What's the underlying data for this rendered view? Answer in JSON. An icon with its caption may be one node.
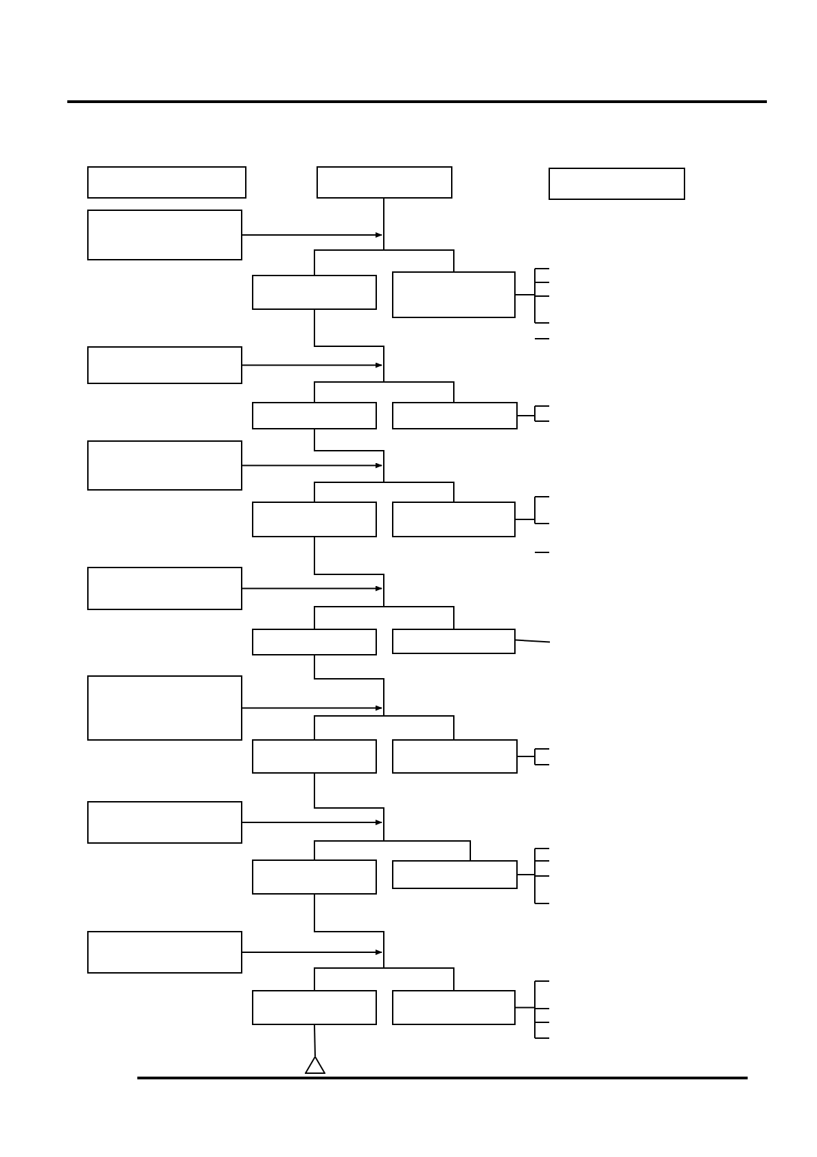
{
  "diagram": {
    "nodes": [
      {
        "text": [],
        "shape": "box"
      },
      {
        "text": [],
        "shape": "box"
      },
      {
        "text": [],
        "shape": "box"
      },
      {
        "text": [],
        "shape": "box"
      },
      {
        "text": [],
        "shape": "box"
      },
      {
        "text": [],
        "shape": "box"
      },
      {
        "text": [],
        "shape": "box"
      },
      {
        "text": [],
        "shape": "box"
      },
      {
        "text": [],
        "shape": "box"
      },
      {
        "text": [],
        "shape": "box"
      },
      {
        "text": [],
        "shape": "box"
      },
      {
        "text": [],
        "shape": "box"
      },
      {
        "text": [],
        "shape": "box"
      },
      {
        "text": [],
        "shape": "box"
      },
      {
        "text": [],
        "shape": "box"
      },
      {
        "text": [],
        "shape": "box"
      },
      {
        "text": [],
        "shape": "box"
      },
      {
        "text": [],
        "shape": "box"
      },
      {
        "text": [],
        "shape": "box"
      },
      {
        "text": [],
        "shape": "box"
      },
      {
        "text": [],
        "shape": "box"
      },
      {
        "text": [],
        "shape": "box"
      },
      {
        "text": [],
        "shape": "box"
      },
      {
        "text": [],
        "shape": "box"
      },
      {
        "text": [],
        "shape": "triangle"
      }
    ],
    "edges": [
      {
        "from": 1,
        "to": 4,
        "arrow": "none"
      },
      {
        "from": 1,
        "to": 5,
        "arrow": "none"
      },
      {
        "from": 3,
        "to": null,
        "arrow": "to"
      },
      {
        "from": 4,
        "to": 7,
        "arrow": "none"
      },
      {
        "from": 4,
        "to": 8,
        "arrow": "none"
      },
      {
        "from": 6,
        "to": null,
        "arrow": "to"
      },
      {
        "from": 7,
        "to": 10,
        "arrow": "none"
      },
      {
        "from": 7,
        "to": 11,
        "arrow": "none"
      },
      {
        "from": 9,
        "to": null,
        "arrow": "to"
      },
      {
        "from": 10,
        "to": 13,
        "arrow": "none"
      },
      {
        "from": 10,
        "to": 14,
        "arrow": "none"
      },
      {
        "from": 12,
        "to": null,
        "arrow": "to"
      },
      {
        "from": 13,
        "to": 16,
        "arrow": "none"
      },
      {
        "from": 13,
        "to": 17,
        "arrow": "none"
      },
      {
        "from": 15,
        "to": null,
        "arrow": "to"
      },
      {
        "from": 16,
        "to": 19,
        "arrow": "none"
      },
      {
        "from": 16,
        "to": 20,
        "arrow": "none"
      },
      {
        "from": 18,
        "to": null,
        "arrow": "to"
      },
      {
        "from": 19,
        "to": 22,
        "arrow": "none"
      },
      {
        "from": 19,
        "to": 23,
        "arrow": "none"
      },
      {
        "from": 21,
        "to": null,
        "arrow": "to"
      },
      {
        "from": 22,
        "to": 24,
        "arrow": "none"
      },
      {
        "from": 14,
        "to": null,
        "arrow": "none"
      }
    ]
  }
}
